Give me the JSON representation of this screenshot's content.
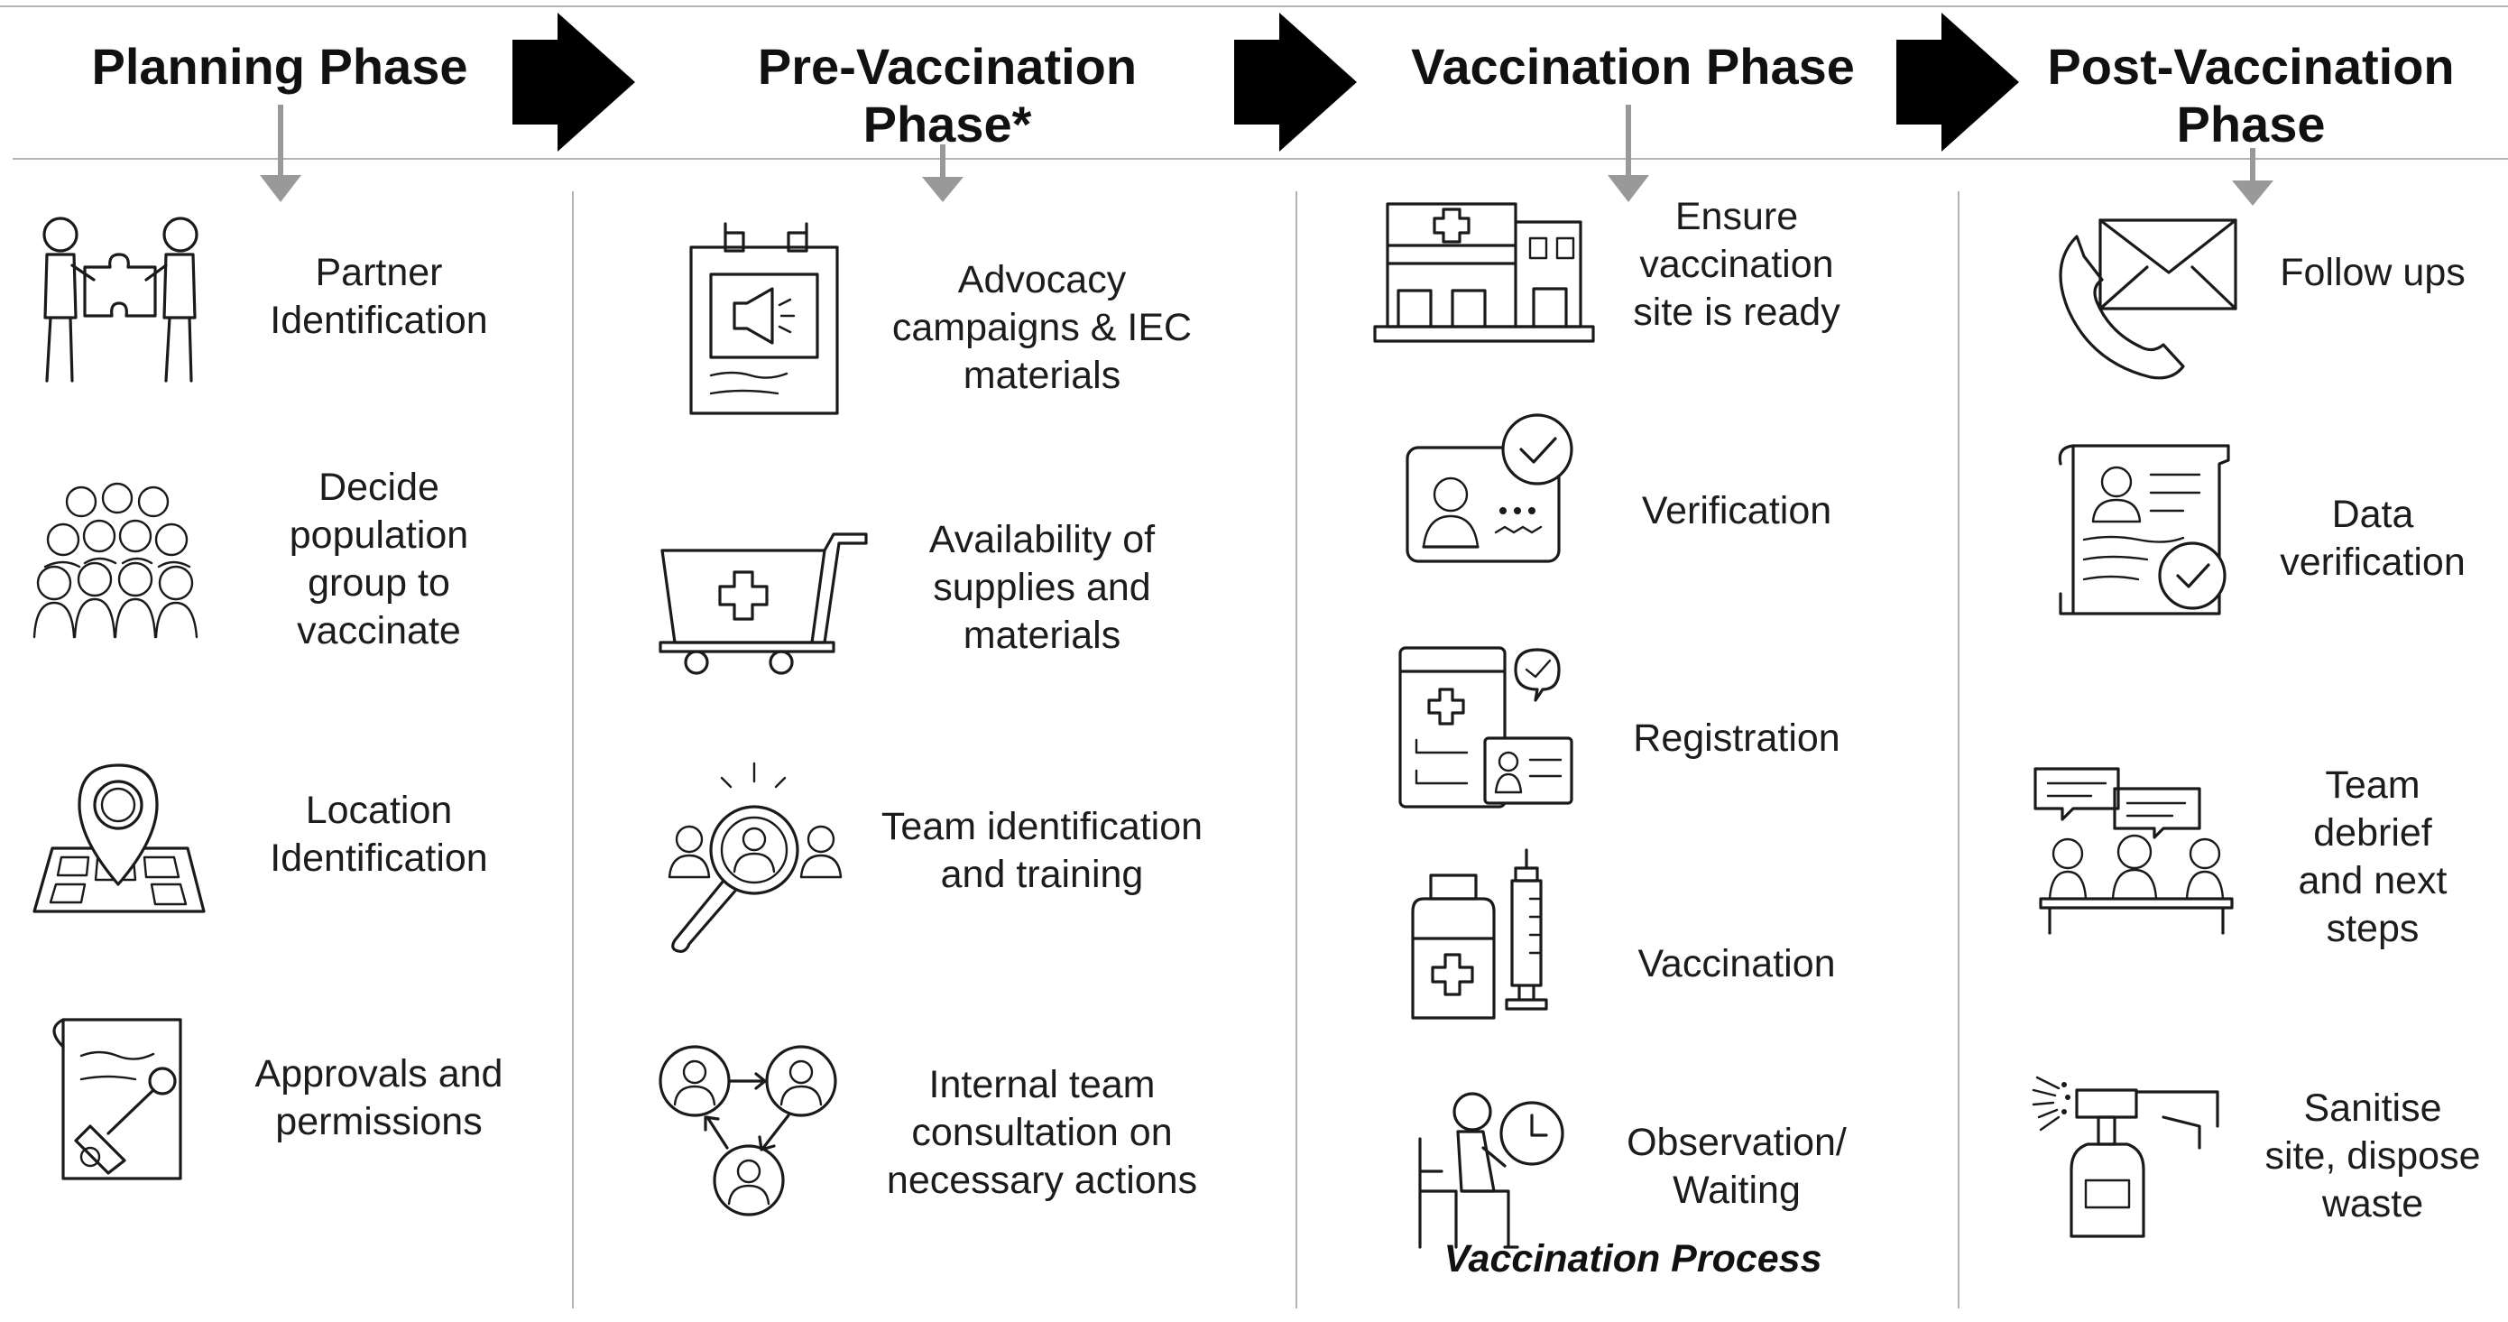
{
  "colors": {
    "rule": "#b4b4b4",
    "arrow": "#999999",
    "chevron": "#000000",
    "text": "#1a1a1a"
  },
  "phases": [
    {
      "title": "Planning Phase",
      "items": [
        {
          "label": "Partner\nIdentification",
          "icon": "partners-puzzle-icon"
        },
        {
          "label": "Decide\npopulation\ngroup to\nvaccinate",
          "icon": "crowd-icon"
        },
        {
          "label": "Location\nIdentification",
          "icon": "map-pin-icon"
        },
        {
          "label": "Approvals and\npermissions",
          "icon": "stamp-document-icon"
        }
      ]
    },
    {
      "title": "Pre-Vaccination\nPhase*",
      "items": [
        {
          "label": "Advocacy\ncampaigns & IEC\nmaterials",
          "icon": "megaphone-poster-icon"
        },
        {
          "label": "Availability of\nsupplies and\nmaterials",
          "icon": "medical-cart-icon"
        },
        {
          "label": "Team identification\nand training",
          "icon": "magnifier-people-icon"
        },
        {
          "label": "Internal team\nconsultation on\nnecessary actions",
          "icon": "team-network-icon"
        }
      ]
    },
    {
      "title": "Vaccination Phase",
      "items": [
        {
          "label": "Ensure\nvaccination\nsite is ready",
          "icon": "clinic-building-icon"
        },
        {
          "label": "Verification",
          "icon": "id-card-check-icon"
        },
        {
          "label": "Registration",
          "icon": "registration-form-icon"
        },
        {
          "label": "Vaccination",
          "icon": "vial-syringe-icon"
        },
        {
          "label": "Observation/\nWaiting",
          "icon": "person-waiting-clock-icon"
        }
      ],
      "footer": "Vaccination Process"
    },
    {
      "title": "Post-Vaccination\nPhase",
      "items": [
        {
          "label": "Follow ups",
          "icon": "phone-envelope-icon"
        },
        {
          "label": "Data\nverification",
          "icon": "document-check-icon"
        },
        {
          "label": "Team\ndebrief\nand next\nsteps",
          "icon": "team-meeting-icon"
        },
        {
          "label": "Sanitise\nsite, dispose\nwaste",
          "icon": "spray-bottle-icon"
        }
      ]
    }
  ]
}
